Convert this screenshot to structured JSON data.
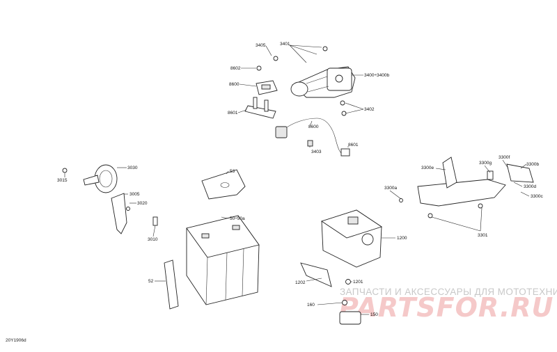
{
  "diagram_code": "20Y1906d",
  "callouts": {
    "c3405": "3405",
    "c3401": "3401",
    "c8602": "8602",
    "c8600": "8600",
    "c8601": "8601",
    "c3400": "3400÷3400b",
    "c3402": "3402",
    "c8600b": "8600",
    "c8601b": "8601",
    "c3403": "3403",
    "c3030": "3030",
    "c3015": "3015",
    "c3005": "3005",
    "c3020": "3020",
    "c3010": "3010",
    "c53": "53",
    "c50": "50÷50a",
    "c52": "52",
    "c3300e": "3300e",
    "c3300g": "3300g",
    "c3300f": "3300f",
    "c3300b": "3300b",
    "c3300a": "3300a",
    "c3300d": "3300d",
    "c3300c": "3300c",
    "c3301": "3301",
    "c1200": "1200",
    "c1202": "1202",
    "c1201": "1201",
    "c160": "160",
    "c150": "150"
  },
  "watermark": {
    "tagline": "ЗАПЧАСТИ И АКСЕССУАРЫ ДЛЯ МОТОТЕХНИКИ",
    "logo": "PARTSFOR.RU"
  }
}
